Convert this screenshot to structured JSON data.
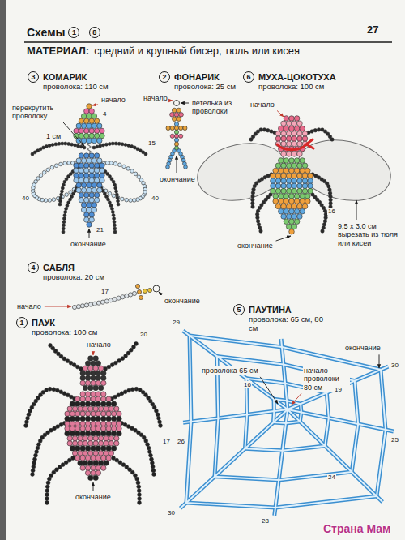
{
  "diagram": {
    "title": "Схемы",
    "nodes": [
      {
        "text": [
          "1"
        ]
      },
      {
        "text": [
          "8"
        ]
      },
      {
        "text": [
          "3"
        ]
      },
      {
        "text": [
          "2"
        ]
      },
      {
        "text": [
          "6"
        ]
      },
      {
        "text": [
          "4"
        ]
      },
      {
        "text": [
          "1"
        ]
      },
      {
        "text": [
          "5"
        ]
      }
    ],
    "labels": [
      "–",
      "27",
      "МАТЕРИАЛ:",
      "средний и крупный бисер, тюль или кисея",
      "КОМАРИК",
      "проволока: 110 см",
      "начало",
      "перекрутить проволоку",
      "1 см",
      "4",
      "15",
      "40",
      "40",
      "21",
      "окончание",
      "ФОНАРИК",
      "проволока: 25 см",
      "начало",
      "петелька из проволоки",
      "окончание",
      "МУХА-ЦОКОТУХА",
      "проволока: 100 см",
      "начало",
      "16",
      "окончание",
      "9,5 х 3,0 см вырезать из тюля или кисеи",
      "САБЛЯ",
      "проволока: 20 см",
      "начало",
      "17",
      "окончание",
      "ПАУК",
      "проволока: 100 см",
      "начало",
      "20",
      "17",
      "окончание",
      "ПАУТИНА",
      "проволока: 65 см, 80 см",
      "проволока 65 см",
      "начало проволоки 80 см",
      "окончание",
      "29",
      "30",
      "26",
      "25",
      "30",
      "28",
      "16",
      "19",
      "24",
      "Страна Мам"
    ]
  }
}
